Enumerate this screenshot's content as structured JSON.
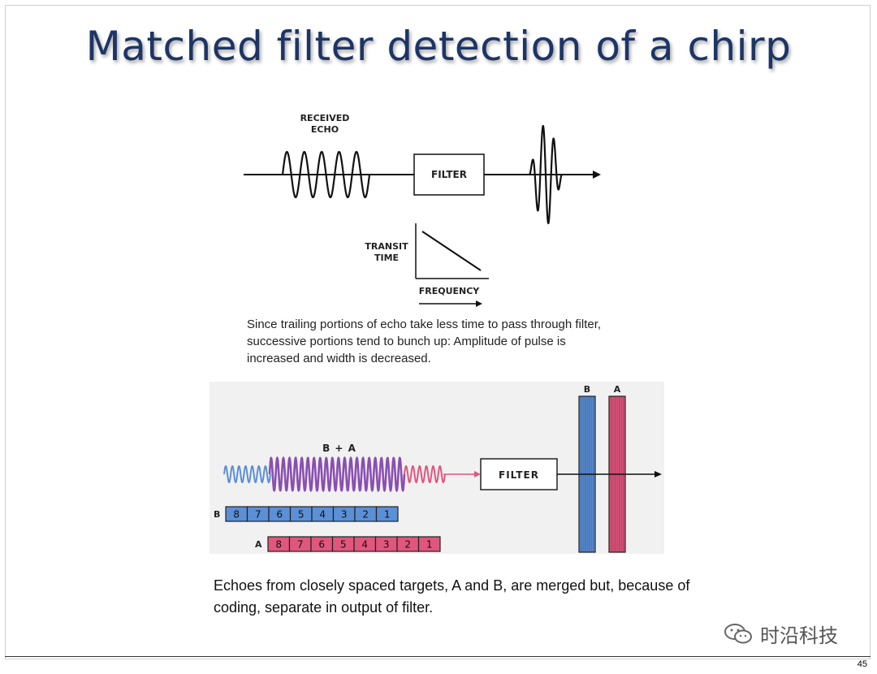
{
  "slide": {
    "title": "Matched filter detection of a chirp",
    "page_number": "45"
  },
  "top_diagram": {
    "received_echo_line1": "RECEIVED",
    "received_echo_line2": "ECHO",
    "filter_label": "FILTER",
    "transit_line1": "TRANSIT",
    "transit_line2": "TIME",
    "frequency_label": "FREQUENCY",
    "caption": "Since trailing portions of echo take less time to pass through filter, successive portions tend to bunch up:  Amplitude of pulse is increased and width is decreased."
  },
  "bottom_diagram": {
    "merged_label": "B + A",
    "filter_label": "FILTER",
    "output_label_b": "B",
    "output_label_a": "A",
    "row_b_label": "B",
    "row_a_label": "A",
    "row_b_cells": [
      "8",
      "7",
      "6",
      "5",
      "4",
      "3",
      "2",
      "1"
    ],
    "row_a_cells": [
      "8",
      "7",
      "6",
      "5",
      "4",
      "3",
      "2",
      "1"
    ],
    "caption": "Echoes from closely spaced targets, A and B, are merged but, because of coding, separate in output of filter.",
    "colors": {
      "blue": "#5b8fd6",
      "purple": "#8a4fb0",
      "pink": "#e0567e",
      "panel": "#f1f1f1"
    }
  },
  "watermark": {
    "text": "时沿科技",
    "icon": "wechat-icon"
  }
}
